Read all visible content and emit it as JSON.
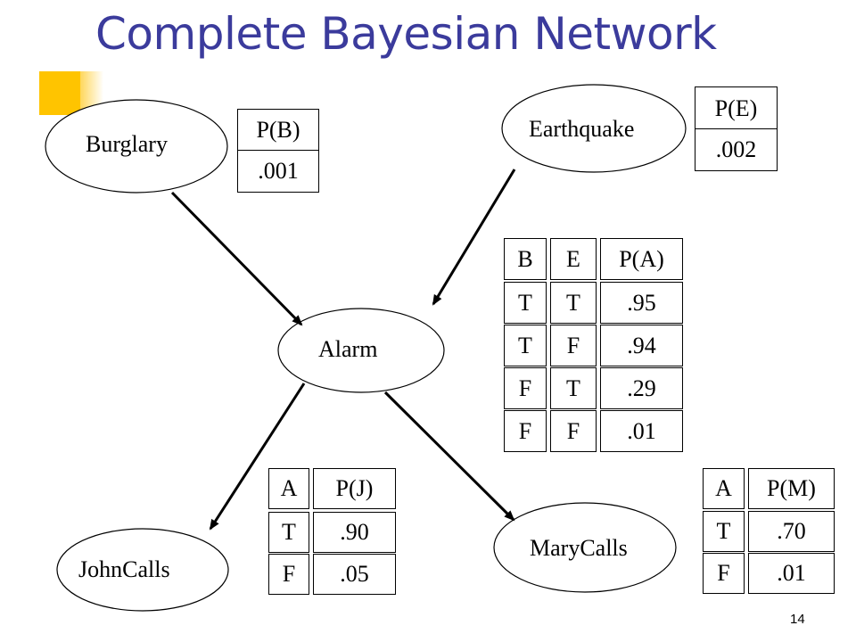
{
  "title": "Complete Bayesian Network",
  "slide_number": "14",
  "nodes": {
    "burglary": "Burglary",
    "earthquake": "Earthquake",
    "alarm": "Alarm",
    "johncalls": "JohnCalls",
    "marycalls": "MaryCalls"
  },
  "cpt_b": {
    "header": "P(B)",
    "value": ".001"
  },
  "cpt_e": {
    "header": "P(E)",
    "value": ".002"
  },
  "cpt_a": {
    "headers": [
      "B",
      "E",
      "P(A)"
    ],
    "rows": [
      [
        "T",
        "T",
        ".95"
      ],
      [
        "T",
        "F",
        ".94"
      ],
      [
        "F",
        "T",
        ".29"
      ],
      [
        "F",
        "F",
        ".01"
      ]
    ]
  },
  "cpt_j": {
    "headers": [
      "A",
      "P(J)"
    ],
    "rows": [
      [
        "T",
        ".90"
      ],
      [
        "F",
        ".05"
      ]
    ]
  },
  "cpt_m": {
    "headers": [
      "A",
      "P(M)"
    ],
    "rows": [
      [
        "T",
        ".70"
      ],
      [
        "F",
        ".01"
      ]
    ]
  },
  "colors": {
    "title": "#3b3b9c",
    "accent": "#ffc400"
  }
}
